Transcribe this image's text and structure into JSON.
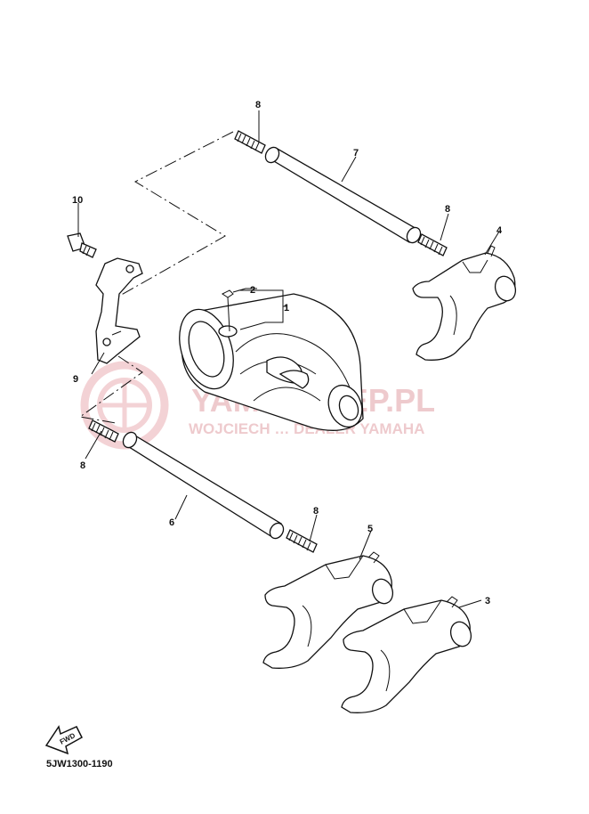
{
  "callouts": {
    "c1": "1",
    "c2": "2",
    "c3": "3",
    "c4": "4",
    "c5": "5",
    "c6": "6",
    "c7": "7",
    "c8a": "8",
    "c8b": "8",
    "c8c": "8",
    "c8d": "8",
    "c9": "9",
    "c10": "10"
  },
  "watermark": {
    "brand": "YAMASKLEP.PL",
    "subline": "WOJCIECH … DEALER YAMAHA",
    "color": "#e9b9bd"
  },
  "fwd_label": "FWD",
  "diagram_code": "5JW1300-1190"
}
